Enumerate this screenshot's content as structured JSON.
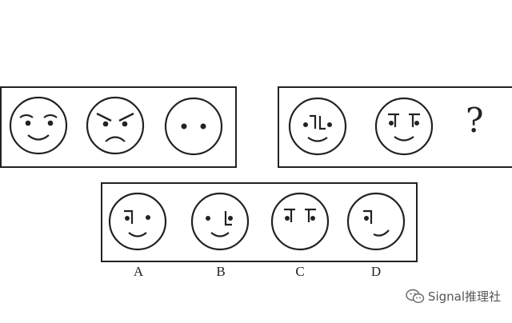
{
  "question_mark": "?",
  "options": [
    {
      "label": "A"
    },
    {
      "label": "B"
    },
    {
      "label": "C"
    },
    {
      "label": "D"
    }
  ],
  "watermark": {
    "text": "Signal推理社",
    "icon": "wechat-icon"
  },
  "colors": {
    "ink": "#222222",
    "background": "#ffffff"
  }
}
